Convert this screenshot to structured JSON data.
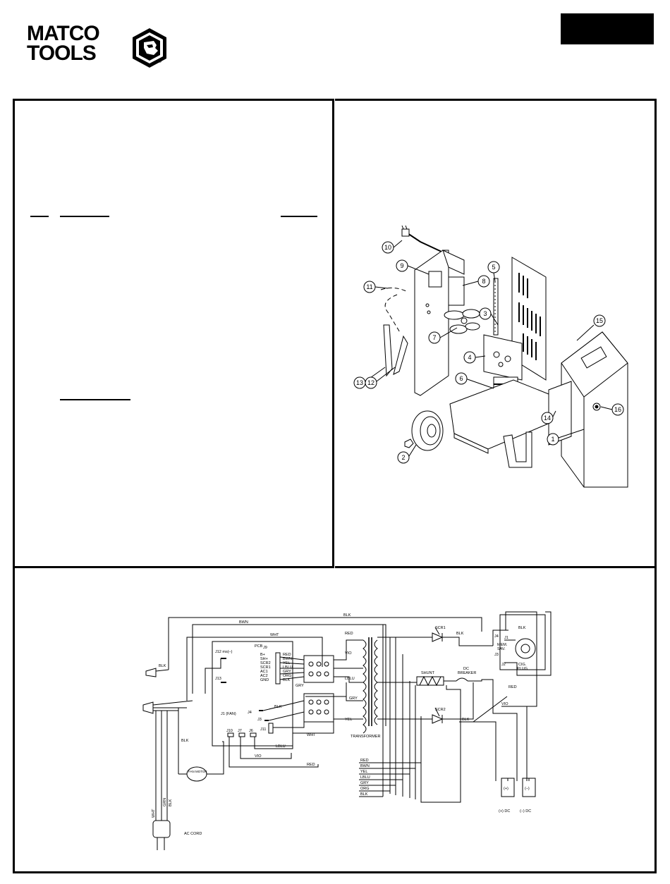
{
  "brand": {
    "name_line1": "MATCO",
    "name_line2": "TOOLS",
    "registered_mark": "®",
    "logo_icon": "matco-hex-fist-logo"
  },
  "parts_diagram": {
    "callouts": [
      "1",
      "2",
      "3",
      "4",
      "5",
      "6",
      "7",
      "8",
      "9",
      "10",
      "11",
      "12",
      "13",
      "14",
      "15",
      "16"
    ]
  },
  "schematic": {
    "wire_top": "BLK",
    "wire_bwn": "BWN",
    "wire_wht": "WHT",
    "pcb": "PCB",
    "j12": "J12 ms(–)",
    "j13": "J13",
    "j9": "J9",
    "j9_pins": [
      "B+",
      "SH+",
      "SCR2",
      "SCR1",
      "AC1",
      "AC2",
      "GND"
    ],
    "j9_wires": [
      "RED",
      "BWN",
      "YEL",
      "LBLU",
      "GRY",
      "ORG",
      "BLK"
    ],
    "j1": "J1 (FAN)",
    "j4": "J4",
    "j3": "J3",
    "j11": "J11",
    "j10": "J10",
    "j7": "J7",
    "j6": "J6",
    "blk": "BLK",
    "blk2": "BLK",
    "blk3": "BLK",
    "blk4": "BLK",
    "blk5": "BLK",
    "gry": "GRY",
    "gry2": "GRY",
    "wht2": "WHT",
    "vio": "VIO",
    "vio2": "VIO",
    "vio3": "VIO",
    "red": "RED",
    "red2": "RED",
    "red3": "RED",
    "lblu": "LBLU",
    "lblu2": "LBLU",
    "yel": "YEL",
    "fan_motor": "FAN MOTOR",
    "transformer": "TRANSFORMER",
    "scr1": "SCR1",
    "scr2": "SCR2",
    "shunt": "SHUNT",
    "dc_breaker_1": "DC",
    "dc_breaker_2": "BREAKER",
    "mem_sav_1": "MEM.",
    "mem_sav_2": "SAV.",
    "mem_j4": "J4",
    "mem_j1": "J1",
    "mem_j3": "J3",
    "mem_j2": "J2",
    "cig_plug_1": "CIG.",
    "cig_plug_2": "PLUG",
    "bundle": [
      "RED",
      "BWN",
      "YEL",
      "LBLU",
      "GRY",
      "ORG",
      "BLK"
    ],
    "pos_symbol": "(+)",
    "neg_symbol": "(–)",
    "pos_dc": "(+) DC",
    "neg_dc": "(–) DC",
    "cord_wht": "WHT",
    "cord_grn": "GRN",
    "cord_blk": "BLK",
    "ac_cord": "AC CORD"
  }
}
